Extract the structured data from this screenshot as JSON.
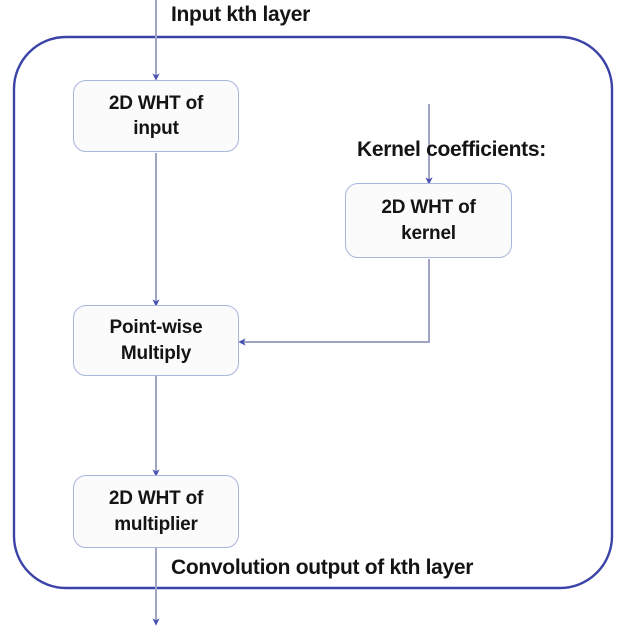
{
  "diagram": {
    "title_label": "Input kth layer",
    "outer_block": {
      "name": "kth-layer-block",
      "border_color": "#3b43a8"
    },
    "captions": [
      {
        "id": "input-label",
        "text": "Input kth layer"
      },
      {
        "id": "kernel-label",
        "text": "Kernel coefficients:"
      },
      {
        "id": "output-label",
        "text": "Convolution output of kth layer"
      }
    ],
    "nodes": [
      {
        "id": "wht-input",
        "line1": "2D WHT of",
        "line2": "input"
      },
      {
        "id": "wht-kernel",
        "line1": "2D WHT of",
        "line2": "kernel"
      },
      {
        "id": "pointwise-mul",
        "line1": "Point-wise",
        "line2": "Multiply"
      },
      {
        "id": "wht-multiplier",
        "line1": "2D WHT of",
        "line2": "multiplier"
      }
    ],
    "colors": {
      "node_border": "#a8b6dd",
      "node_fill": "#fbfbfb",
      "wire": "#9fa6c4",
      "arrow_head": "#4a52b0",
      "outer_border": "#3b43a8",
      "text": "#141414"
    },
    "edges": [
      {
        "id": "edge-input-to-wht-input",
        "from": "input-label",
        "to": "wht-input"
      },
      {
        "id": "edge-wht-input-to-multiply",
        "from": "wht-input",
        "to": "pointwise-mul"
      },
      {
        "id": "edge-kernel-to-wht-kernel",
        "from": "kernel-label",
        "to": "wht-kernel"
      },
      {
        "id": "edge-wht-kernel-to-multiply",
        "from": "wht-kernel",
        "to": "pointwise-mul"
      },
      {
        "id": "edge-multiply-to-wht-multiplier",
        "from": "pointwise-mul",
        "to": "wht-multiplier"
      },
      {
        "id": "edge-wht-multiplier-to-output",
        "from": "wht-multiplier",
        "to": "output-label"
      }
    ]
  }
}
